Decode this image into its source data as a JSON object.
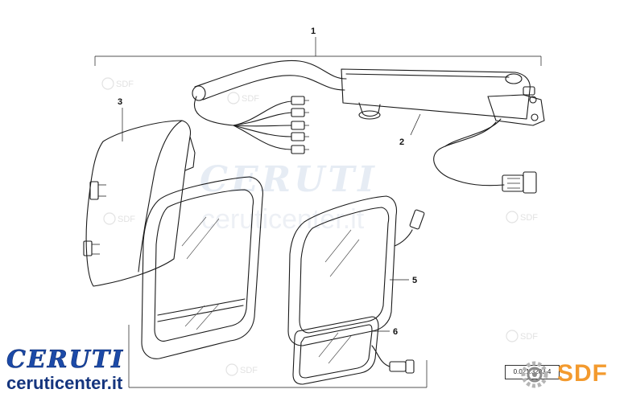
{
  "diagram": {
    "callouts": {
      "c1": "1",
      "c2": "2",
      "c3": "3",
      "c5": "5",
      "c6": "6"
    },
    "watermarks": {
      "brand_large": "CERUTI",
      "site_large": "ceruticenter.it",
      "sdf_small": "SDF"
    },
    "reference_code": "0.021.3203.4"
  },
  "brand": {
    "name": "CERUTI",
    "site": "ceruticenter.it",
    "color": "#1c4aa8"
  },
  "sdf_logo": {
    "text": "SDF",
    "color": "#f39a2e",
    "icon": "sdf-gear-icon"
  }
}
